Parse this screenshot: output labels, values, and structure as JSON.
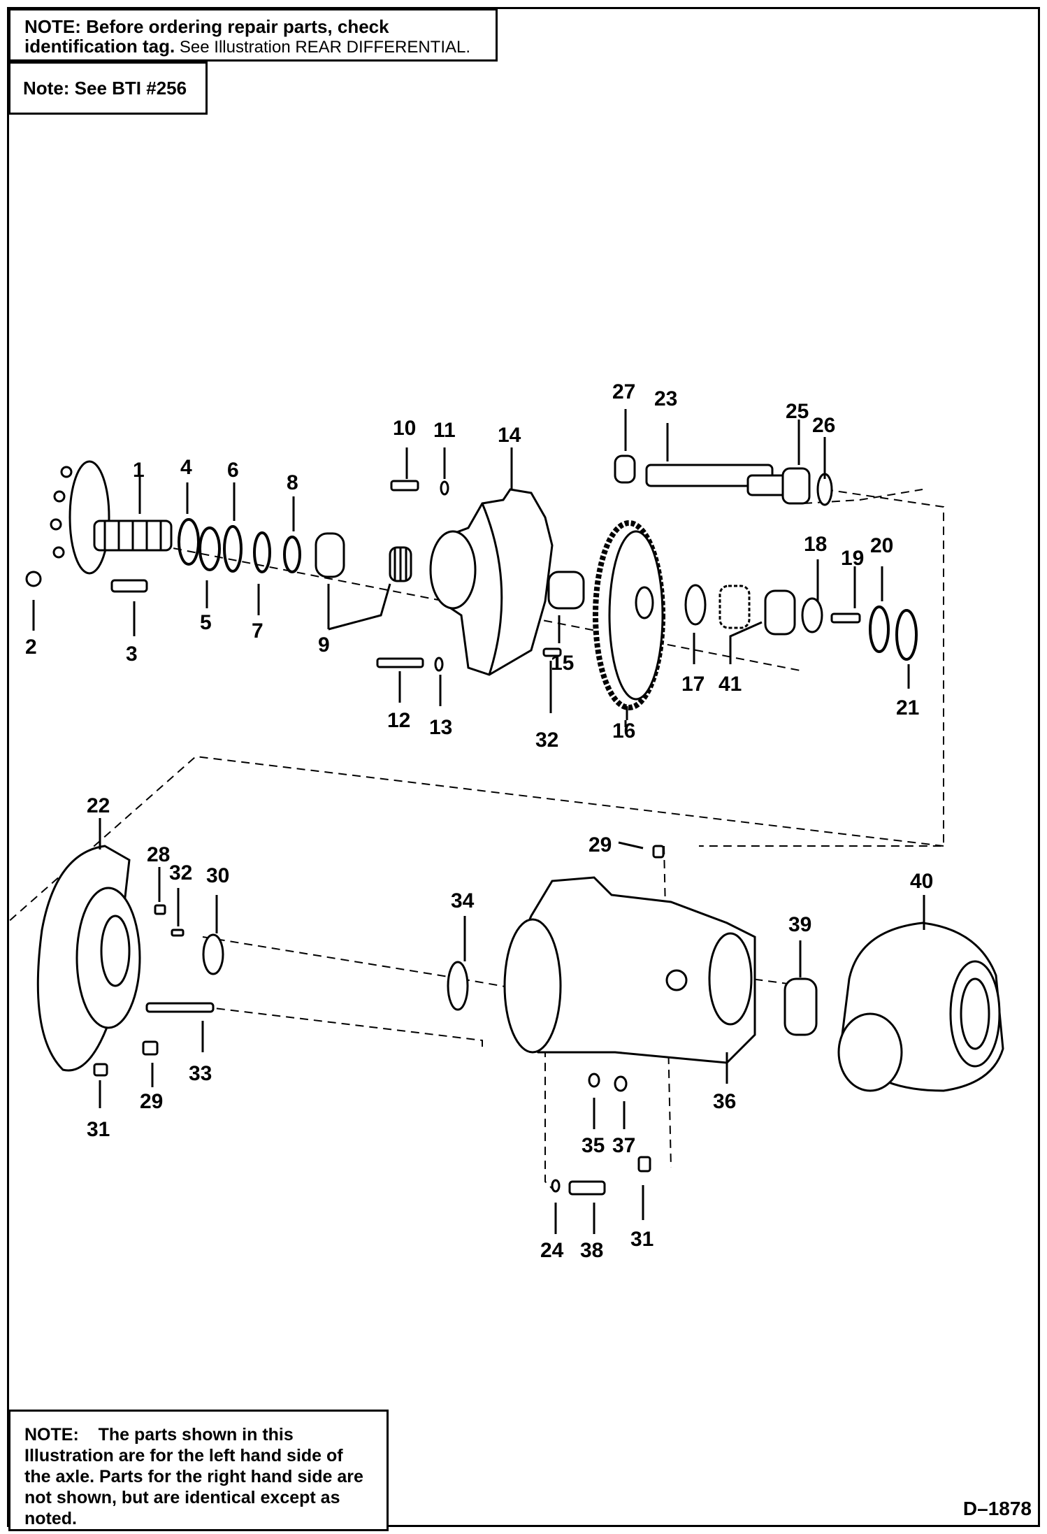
{
  "notes": {
    "top_bold": "NOTE:  Before ordering repair parts, check identification tag.",
    "top_normal": "See Illustration REAR DIFFERENTIAL.",
    "bti": "Note: See BTI #256",
    "bottom_lead": "NOTE:",
    "bottom_text": "The parts shown in this Illustration are for the left hand side of the axle. Parts for the right hand side are not shown, but are identical except as noted."
  },
  "drawing_number": "D–1878",
  "part_labels": [
    "1",
    "2",
    "3",
    "4",
    "5",
    "6",
    "7",
    "8",
    "9",
    "10",
    "11",
    "12",
    "13",
    "14",
    "15",
    "16",
    "17",
    "18",
    "19",
    "20",
    "21",
    "22",
    "23",
    "24",
    "25",
    "26",
    "27",
    "28",
    "29",
    "29",
    "30",
    "31",
    "31",
    "32",
    "32",
    "33",
    "34",
    "35",
    "36",
    "37",
    "38",
    "39",
    "40",
    "41"
  ]
}
